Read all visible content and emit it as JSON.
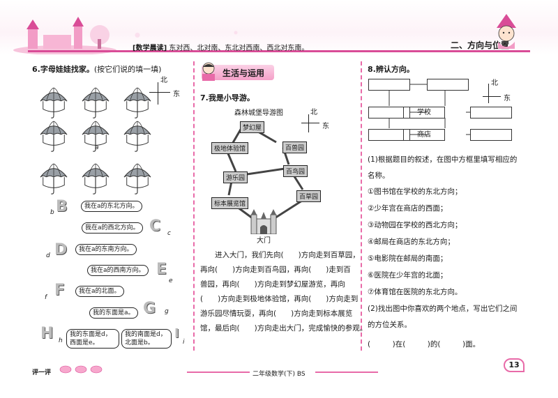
{
  "header": {
    "tip_tag": "[数学晨读]",
    "tip_text": "东对西、北对南、东北对西南、西北对东南。",
    "section": "二、方向与位置"
  },
  "q6": {
    "title": "6.字母娃娃找家。",
    "title_note": "(按它们说的填一填)",
    "compass_n": "北",
    "compass_e": "东",
    "center_letter": "a",
    "pairs": [
      {
        "letter": "b",
        "text": "我在a的东北方向。"
      },
      {
        "letter": "c",
        "text": "我在a的西北方向。"
      },
      {
        "letter": "d",
        "text": "我在a的东南方向。"
      },
      {
        "letter": "e",
        "text": "我在a的西南方向。"
      },
      {
        "letter": "f",
        "text": "我在a的北面。"
      },
      {
        "letter": "g",
        "text": "我的东面是a。"
      },
      {
        "letter": "h",
        "text": "我的东面是d，西面是e。"
      },
      {
        "letter": "i",
        "text": "我的南面是d，北面是b。"
      }
    ]
  },
  "mid": {
    "badge": "生活与运用",
    "q7_title": "7.我是小导游。",
    "map_title": "森林城堡导游图",
    "compass_n": "北",
    "compass_e": "东",
    "nodes": {
      "menghuan": "梦幻屋",
      "jidi": "极地体验馆",
      "baishou": "百兽园",
      "baoniao": "百鸟园",
      "youle": "游乐园",
      "baicao": "百草园",
      "biaoben": "标本展览馆",
      "damen": "大门"
    },
    "lines": [
      "　　进入大门，我们先向(　　)方向走到百草园，",
      "再向(　　)方向走到百鸟园，再向(　　)走到百",
      "兽园，再向(　　)方向走到梦幻屋游览，再向",
      "(　　)方向走到极地体验馆，再向(　　)方向走到",
      "游乐园尽情玩耍，再向(　　)方向走到标本展览",
      "馆，最后向(　　)方向走出大门，完成愉快的参观。"
    ]
  },
  "q8": {
    "title": "8.辨认方向。",
    "compass_n": "北",
    "compass_e": "东",
    "school": "学校",
    "shop": "商店",
    "lines": [
      "(1)根据题目的叙述，在图中方框里填写相应的",
      "名称。",
      "①图书馆在学校的东北方向；",
      "②少年宫在商店的西面；",
      "③动物园在学校的西北方向；",
      "④邮局在商店的东北方向；",
      "⑤电影院在邮局的南面；",
      "⑥医院在少年宫的北面；",
      "⑦体育馆在医院的东北方向。",
      "(2)找出图中你喜欢的两个地点，写出它们之间",
      "的方位关系。",
      "(　　　)在(　　　)的(　　　)面。"
    ]
  },
  "footer": {
    "left": "评一评",
    "center": "二年级数学(下) BS",
    "page": "13"
  },
  "colors": {
    "accent": "#e86aa8",
    "title_pink": "#d94c97"
  }
}
